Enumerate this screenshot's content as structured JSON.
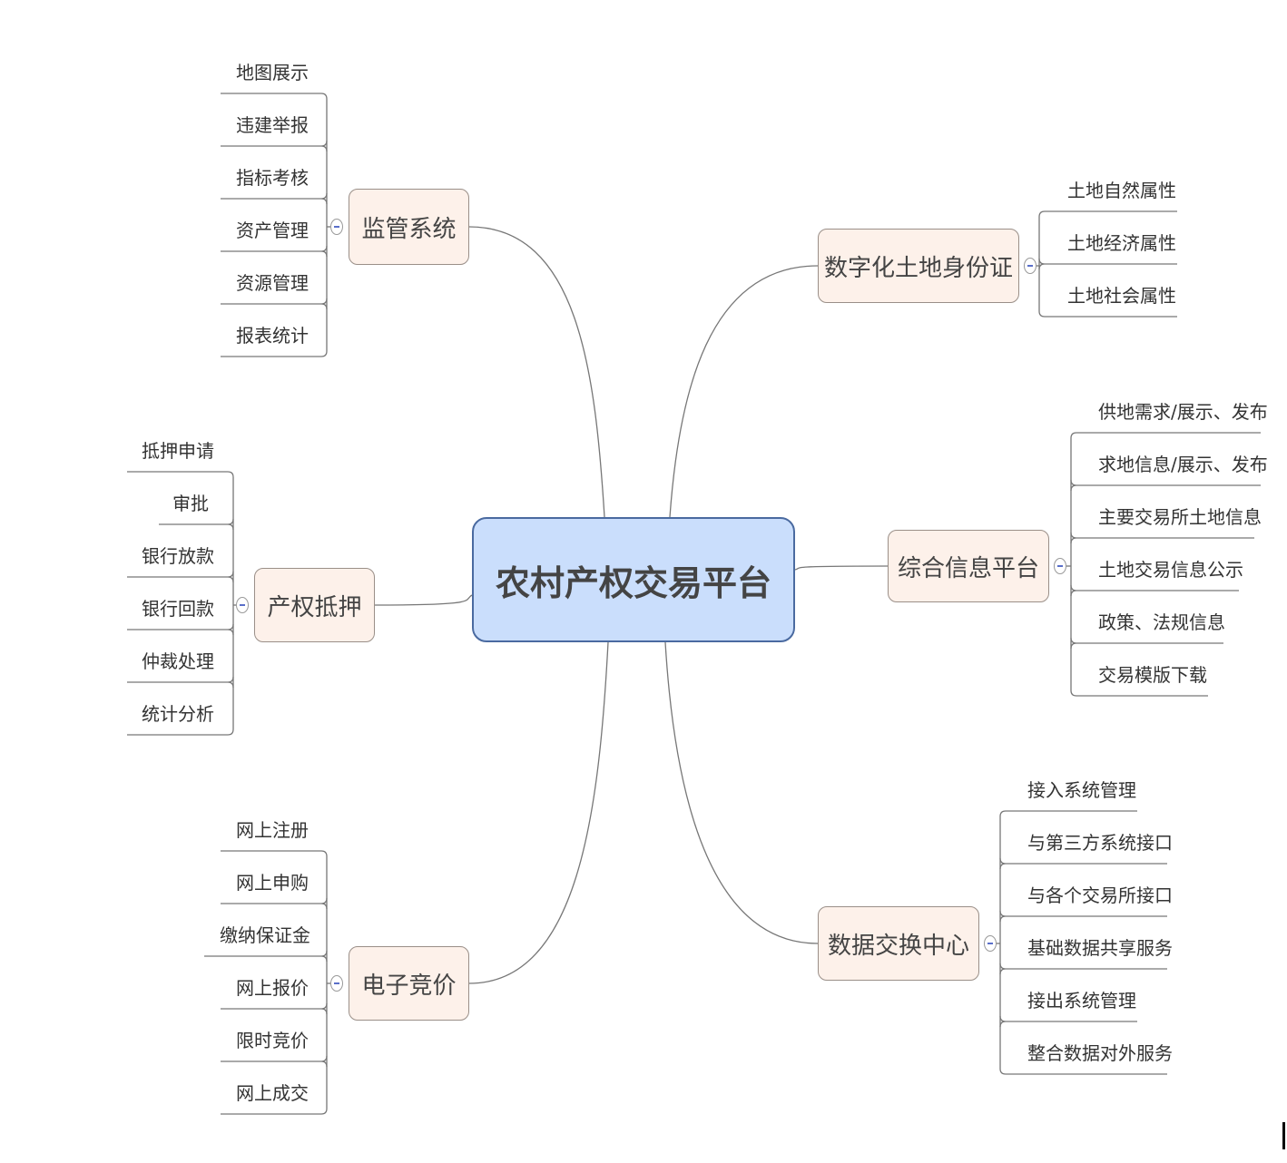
{
  "root": {
    "label": "农村产权交易平台",
    "fill": "#cadefc",
    "stroke": "#4a6aa0"
  },
  "branches": [
    {
      "id": "jianguan",
      "label": "监管系统",
      "children": [
        "地图展示",
        "违建举报",
        "指标考核",
        "资产管理",
        "资源管理",
        "报表统计"
      ]
    },
    {
      "id": "diya",
      "label": "产权抵押",
      "children": [
        "抵押申请",
        "审批",
        "银行放款",
        "银行回款",
        "仲裁处理",
        "统计分析"
      ]
    },
    {
      "id": "jingjia",
      "label": "电子竞价",
      "children": [
        "网上注册",
        "网上申购",
        "缴纳保证金",
        "网上报价",
        "限时竞价",
        "网上成交"
      ]
    },
    {
      "id": "shenfenzheng",
      "label": "数字化土地身份证",
      "children": [
        "土地自然属性",
        "土地经济属性",
        "土地社会属性"
      ]
    },
    {
      "id": "xinxi",
      "label": "综合信息平台",
      "children": [
        "供地需求/展示、发布",
        "求地信息/展示、发布",
        "主要交易所土地信息",
        "土地交易信息公示",
        "政策、法规信息",
        "交易模版下载"
      ]
    },
    {
      "id": "jiaohuan",
      "label": "数据交换中心",
      "children": [
        "接入系统管理",
        "与第三方系统接口",
        "与各个交易所接口",
        "基础数据共享服务",
        "接出系统管理",
        "整合数据对外服务"
      ]
    }
  ],
  "colors": {
    "branch_fill": "#fdf1ea",
    "branch_stroke": "#9a8f88",
    "line": "#777777",
    "toggle_mark": "#5a6fc9"
  }
}
